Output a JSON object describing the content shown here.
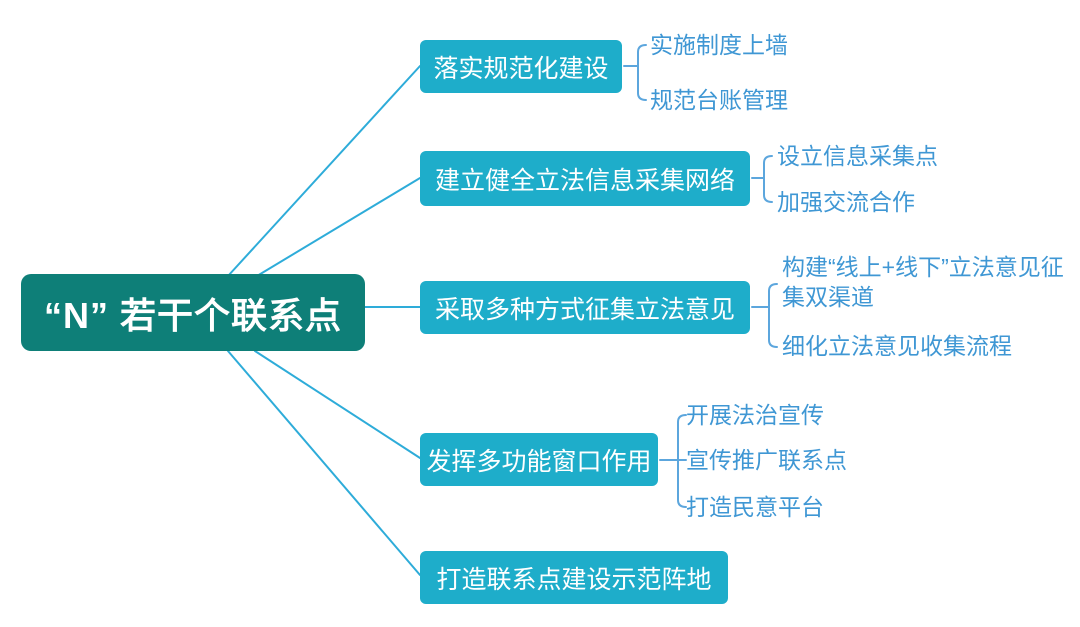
{
  "diagram": {
    "type": "mindmap",
    "root": {
      "label": "“N” 若干个联系点"
    },
    "branches": [
      {
        "label": "落实规范化建设",
        "children": [
          "实施制度上墙",
          "规范台账管理"
        ]
      },
      {
        "label": "建立健全立法信息采集网络",
        "children": [
          "设立信息采集点",
          "加强交流合作"
        ]
      },
      {
        "label": "采取多种方式征集立法意见",
        "children": [
          "构建“线上+线下”立法意见征集双渠道",
          "细化立法意见收集流程"
        ]
      },
      {
        "label": "发挥多功能窗口作用",
        "children": [
          "开展法治宣传",
          "宣传推广联系点",
          "打造民意平台"
        ]
      },
      {
        "label": "打造联系点建设示范阵地",
        "children": []
      }
    ],
    "colors": {
      "root_background": "#0e7f78",
      "branch_background": "#1eadca",
      "node_text": "#ffffff",
      "leaf_text": "#3f97d4",
      "root_line": "#2eacd9",
      "bracket_line": "#5ca6dd",
      "page_background": "#ffffff"
    }
  }
}
